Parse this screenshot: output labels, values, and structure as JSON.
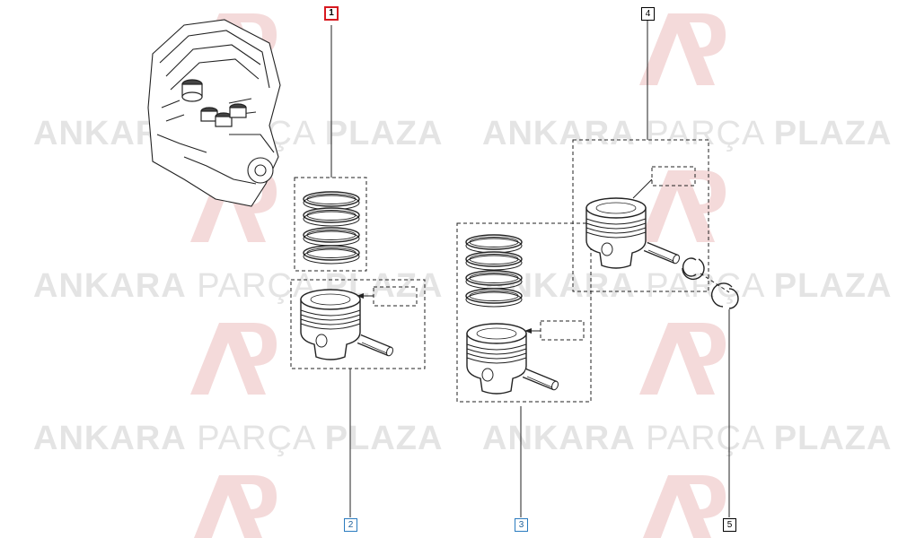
{
  "watermark": {
    "word_bold_1": "ANKARA",
    "word_light": "PARÇA",
    "word_bold_2": "PLAZA",
    "logo_letters": "AP",
    "color": "#e4e4e4",
    "logo_color": "#f3d4d4"
  },
  "callouts": [
    {
      "id": "1",
      "label": "1",
      "style": "selected",
      "border_color": "#d71920"
    },
    {
      "id": "2",
      "label": "2",
      "style": "link",
      "border_color": "#2a7bbf"
    },
    {
      "id": "3",
      "label": "3",
      "style": "link",
      "border_color": "#2a7bbf"
    },
    {
      "id": "4",
      "label": "4",
      "style": "plain",
      "border_color": "#000000"
    },
    {
      "id": "5",
      "label": "5",
      "style": "plain",
      "border_color": "#000000"
    }
  ],
  "icons": {
    "engine": "engine-block-icon",
    "rings": "piston-ring-set-icon",
    "piston": "piston-icon",
    "pin": "piston-pin-icon",
    "clip": "circlip-icon"
  }
}
